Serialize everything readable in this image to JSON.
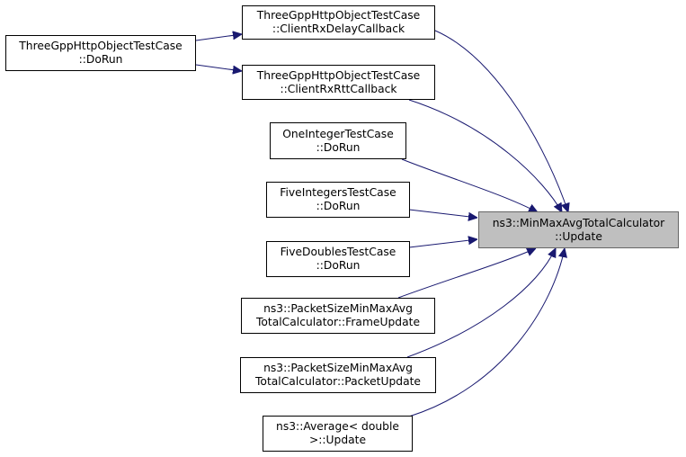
{
  "colors": {
    "edge": "#191970",
    "target_fill": "#bfbfbf",
    "node_border": "#000000",
    "target_border": "#666666"
  },
  "nodes": {
    "client_rx_delay": {
      "line1": "ThreeGppHttpObjectTestCase",
      "line2": "::ClientRxDelayCallback"
    },
    "dorun_http": {
      "line1": "ThreeGppHttpObjectTestCase",
      "line2": "::DoRun"
    },
    "client_rx_rtt": {
      "line1": "ThreeGppHttpObjectTestCase",
      "line2": "::ClientRxRttCallback"
    },
    "one_integer": {
      "line1": "OneIntegerTestCase",
      "line2": "::DoRun"
    },
    "five_integers": {
      "line1": "FiveIntegersTestCase",
      "line2": "::DoRun"
    },
    "five_doubles": {
      "line1": "FiveDoublesTestCase",
      "line2": "::DoRun"
    },
    "frame_update": {
      "line1": "ns3::PacketSizeMinMaxAvg",
      "line2": "TotalCalculator::FrameUpdate"
    },
    "packet_update": {
      "line1": "ns3::PacketSizeMinMaxAvg",
      "line2": "TotalCalculator::PacketUpdate"
    },
    "average_update": {
      "line1": "ns3::Average< double",
      "line2": ">::Update"
    },
    "target": {
      "line1": "ns3::MinMaxAvgTotalCalculator",
      "line2": "::Update"
    }
  },
  "edges": [
    {
      "from": "dorun_http",
      "to": "client_rx_delay"
    },
    {
      "from": "dorun_http",
      "to": "client_rx_rtt"
    },
    {
      "from": "client_rx_delay",
      "to": "target"
    },
    {
      "from": "client_rx_rtt",
      "to": "target"
    },
    {
      "from": "one_integer",
      "to": "target"
    },
    {
      "from": "five_integers",
      "to": "target"
    },
    {
      "from": "five_doubles",
      "to": "target"
    },
    {
      "from": "frame_update",
      "to": "target"
    },
    {
      "from": "packet_update",
      "to": "target"
    },
    {
      "from": "average_update",
      "to": "target"
    }
  ]
}
